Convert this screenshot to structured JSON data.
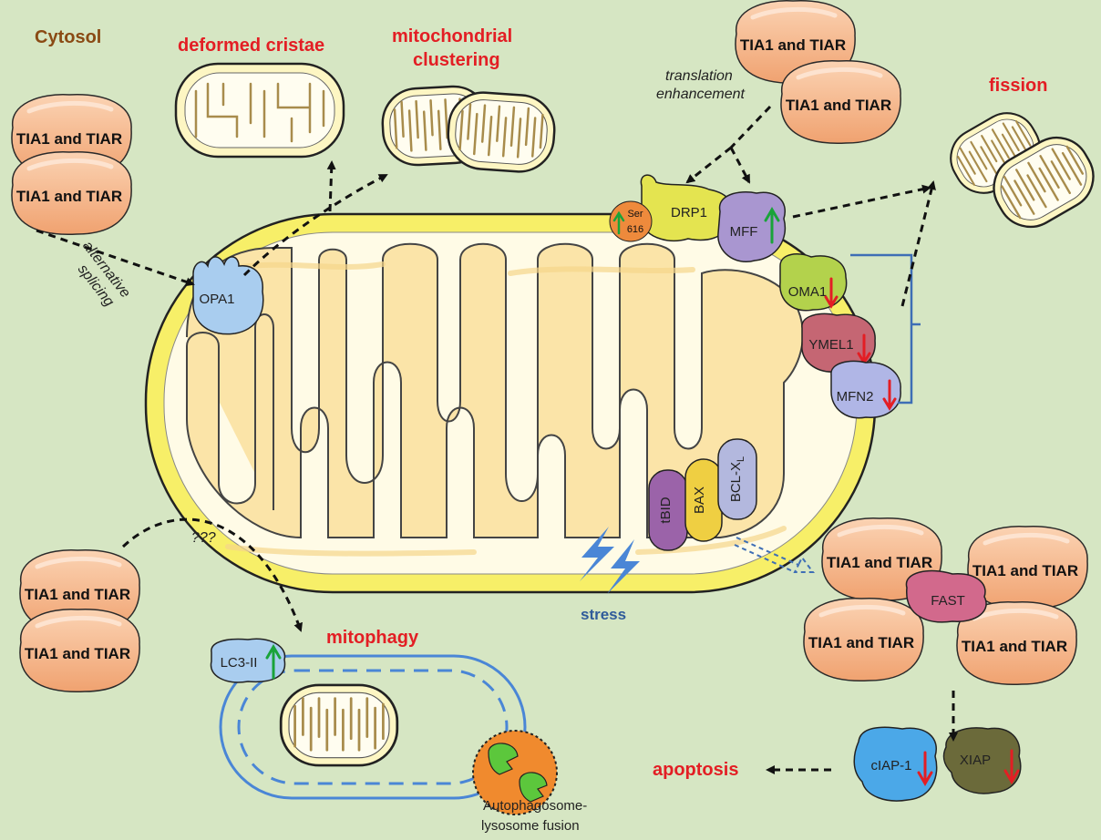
{
  "colors": {
    "background": "#d6e6c3",
    "title_red": "#e31e24",
    "cytosol_brown": "#8a4a14",
    "stress_blue": "#2f5b9a",
    "up_arrow": "#1aa33a",
    "down_arrow": "#e31e24",
    "tia_fill": "#f6b98d",
    "outer_membrane": "#f6ee66",
    "matrix": "#fffbe6"
  },
  "labels": {
    "cytosol": "Cytosol",
    "deformed_cristae": "deformed cristae",
    "mito_clustering_1": "mitochondrial",
    "mito_clustering_2": "clustering",
    "translation_1": "translation",
    "translation_2": "enhancement",
    "fission": "fission",
    "alt_splicing_1": "alternative",
    "alt_splicing_2": "splicing",
    "unknown": "???",
    "mitophagy": "mitophagy",
    "stress": "stress",
    "apoptosis": "apoptosis",
    "autophag_1": "Autophagosome-",
    "autophag_2": "lysosome fusion"
  },
  "tia_label": "TIA1 and TIAR",
  "proteins": {
    "opa1": "OPA1",
    "drp1": "DRP1",
    "ser_1": "Ser",
    "ser_2": "616",
    "mff": "MFF",
    "oma1": "OMA1",
    "ymel1": "YMEL1",
    "mfn2": "MFN2",
    "tbid": "tBID",
    "bax": "BAX",
    "bclx": "BCL-X",
    "bclx_sub": "L",
    "fast": "FAST",
    "ciap1": "cIAP-1",
    "xiap": "XIAP",
    "lc3": "LC3-II"
  },
  "icons": [
    "up-arrow-icon",
    "down-arrow-icon",
    "lightning-icon",
    "chevron-arrow-icon"
  ]
}
